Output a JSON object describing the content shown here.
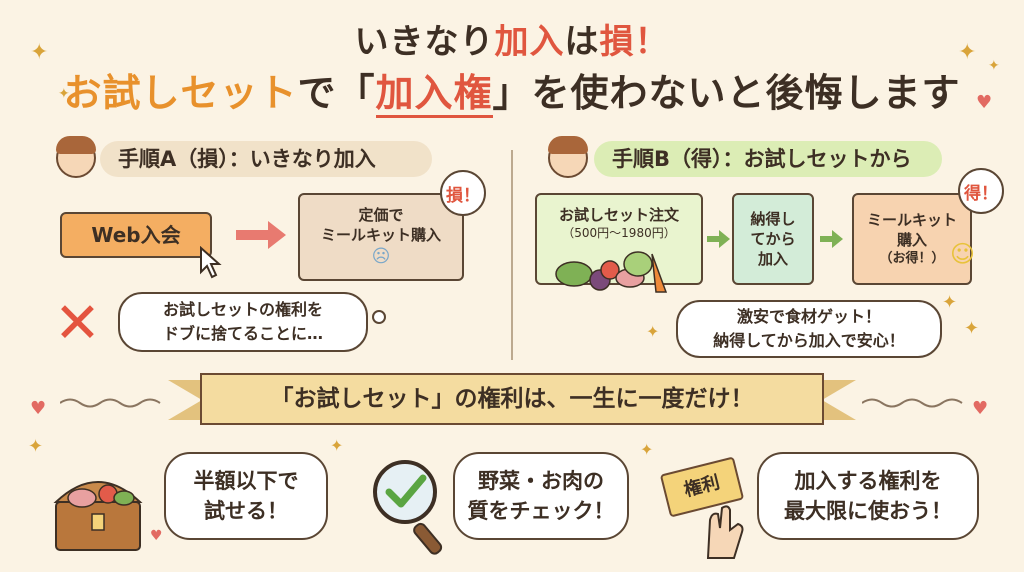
{
  "title": {
    "line1_a": "いきなり",
    "line1_b": "加入",
    "line1_c": "は",
    "line1_d": "損！",
    "line2_a": "お試しセット",
    "line2_b": "で「",
    "line2_c": "加入権",
    "line2_d": "」を使わないと後悔します"
  },
  "stepA": {
    "label": "手順A（損）：いきなり加入",
    "web_button": "Web入会",
    "fixed_line1": "定価で",
    "fixed_line2": "ミールキット購入",
    "badge": "損！",
    "speech_line1": "お試しセットの権利を",
    "speech_line2": "ドブに捨てることに…"
  },
  "stepB": {
    "label": "手順B（得）：お試しセットから",
    "order_line1": "お試しセット注文",
    "order_line2": "（500円〜1980円）",
    "mid_line1": "納得し",
    "mid_line2": "てから",
    "mid_line3": "加入",
    "meal_line1": "ミールキット",
    "meal_line2": "購入",
    "meal_line3": "（お得！）",
    "badge": "得！",
    "speech_line1": "激安で食材ゲット！",
    "speech_line2": "納得してから加入で安心！"
  },
  "banner": "「お試しセット」の権利は、一生に一度だけ！",
  "bottom": {
    "b1_line1": "半額以下で",
    "b1_line2": "試せる！",
    "b2_line1": "野菜・お肉の",
    "b2_line2": "質をチェック！",
    "ticket": "権利",
    "b3_line1": "加入する権利を",
    "b3_line2": "最大限に使おう！"
  },
  "colors": {
    "background": "#fbf3e4",
    "accent_red": "#e0563f",
    "accent_orange": "#e8912c",
    "stepA_bg": "#f1e2c9",
    "stepB_bg": "#dcedb5",
    "banner_bg": "#f4dca0"
  }
}
